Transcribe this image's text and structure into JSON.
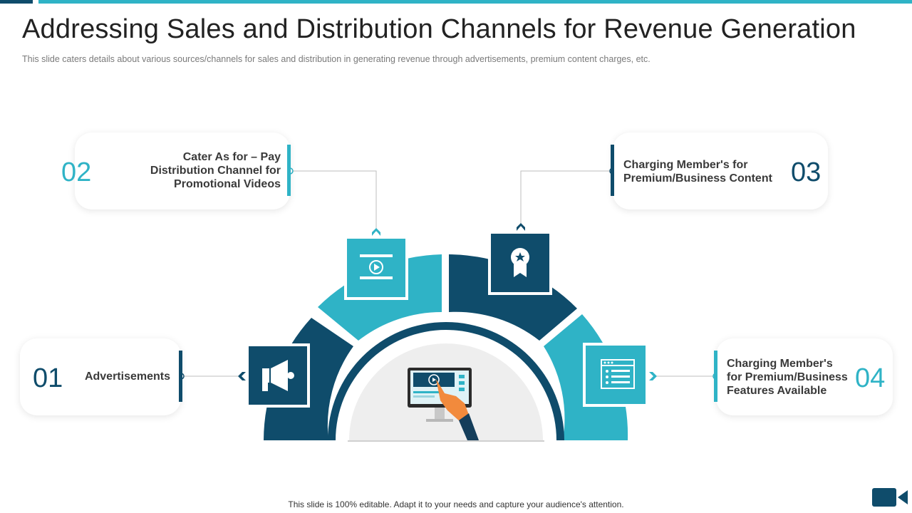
{
  "header": {
    "title": "Addressing Sales and Distribution Channels for Revenue Generation",
    "subtitle": "This slide caters details about various  sources/channels for sales and distribution in generating revenue  through advertisements,  premium  content charges, etc."
  },
  "items": [
    {
      "number": "01",
      "label": [
        "Advertisements"
      ],
      "icon": "megaphone-icon"
    },
    {
      "number": "02",
      "label": [
        "Cater As for – Pay",
        "Distribution Channel for",
        "Promotional Videos"
      ],
      "icon": "video-play-icon"
    },
    {
      "number": "03",
      "label": [
        "Charging Member's for",
        "Premium/Business Content"
      ],
      "icon": "award-ribbon-icon"
    },
    {
      "number": "04",
      "label": [
        "Charging Member's",
        "for Premium/Business",
        "Features Available"
      ],
      "icon": "browser-list-icon"
    }
  ],
  "center_icon": "monitor-touch-icon",
  "colors": {
    "teal": "#2fb3c6",
    "dark": "#0f4c6b",
    "text": "#3a3a3a",
    "center_fill": "#eeeeee"
  },
  "footer": {
    "text": "This slide is 100% editable. Adapt it to your needs and capture your audience's attention."
  },
  "corner_icon": "video-camera-icon"
}
